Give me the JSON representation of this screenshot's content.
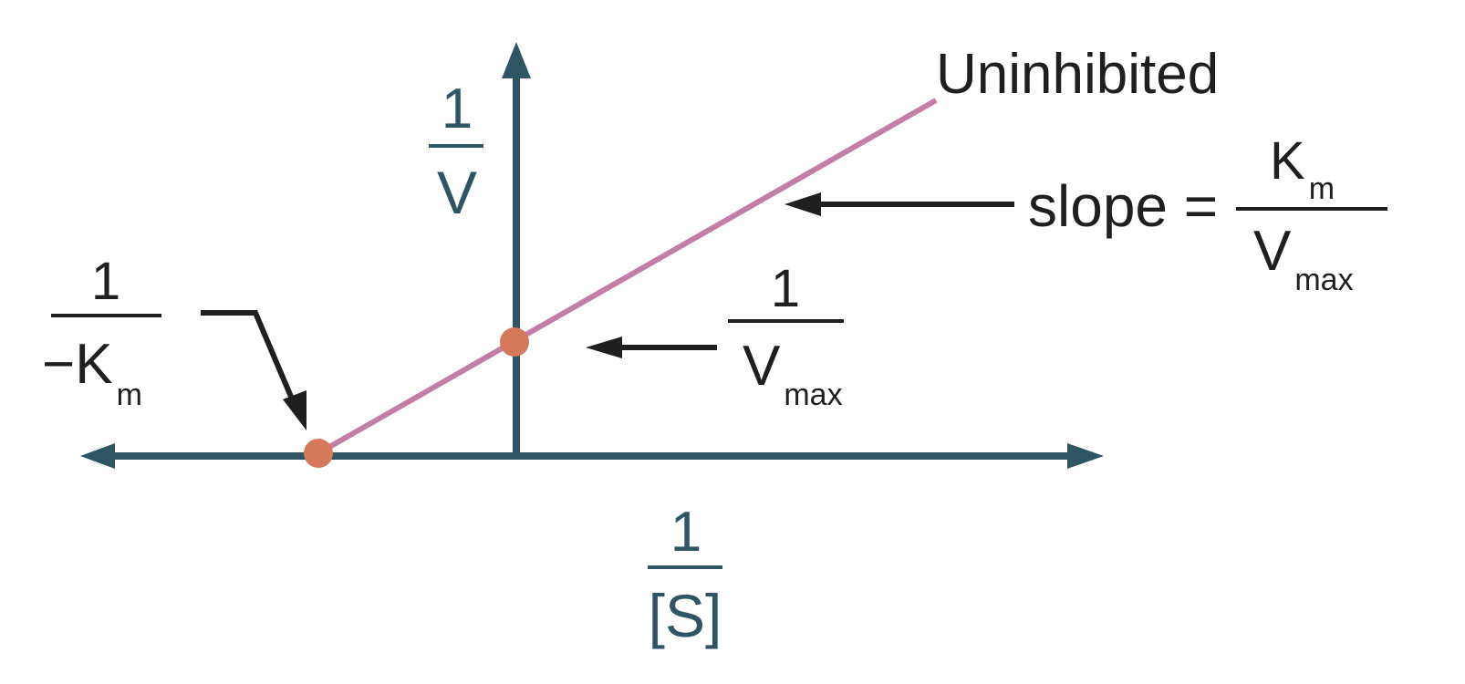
{
  "colors": {
    "axis": "#2f5565",
    "line": "#c17fa6",
    "point": "#d4795a",
    "arrow": "#1f1f1f",
    "text_dark": "#1f1f1f",
    "text_axis": "#2f5565"
  },
  "line_label": "Uninhibited",
  "y_axis_label": {
    "numerator": "1",
    "denominator": "V"
  },
  "x_axis_label": {
    "numerator": "1",
    "denominator": "[S]"
  },
  "x_intercept_label": {
    "numerator": "1",
    "denominator_main": "−K",
    "denominator_sub": "m"
  },
  "y_intercept_label": {
    "numerator": "1",
    "denominator_main": "V",
    "denominator_sub": "max"
  },
  "slope_label": {
    "prefix": "slope =",
    "numerator_main": "K",
    "numerator_sub": "m",
    "denominator_main": "V",
    "denominator_sub": "max"
  }
}
